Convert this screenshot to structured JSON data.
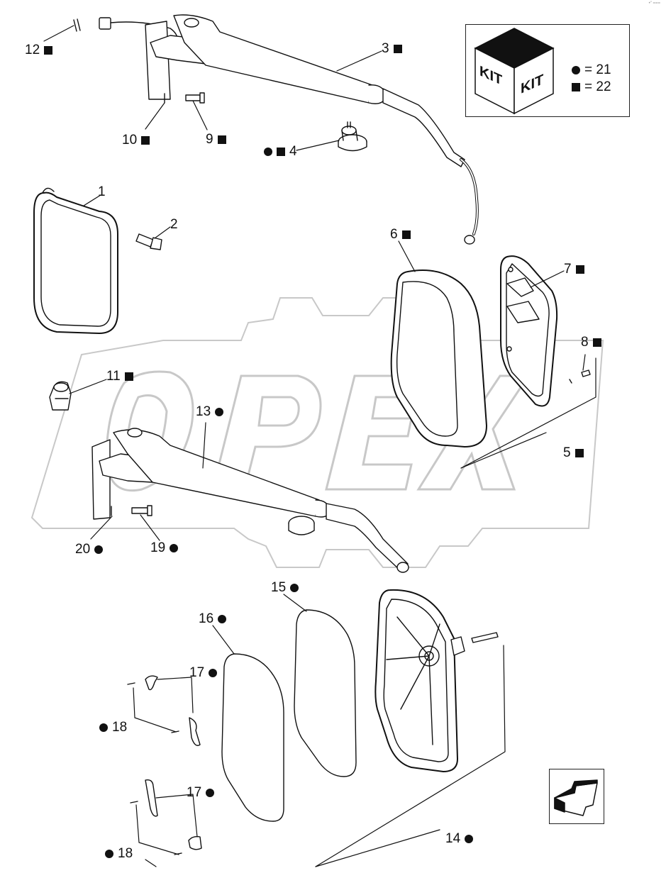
{
  "corner_code": "•\" ===",
  "watermark": {
    "text": "OPEX"
  },
  "kit_legend": {
    "kit_text_left": "KIT",
    "kit_text_right": "KIT",
    "circle_entry": "= 21",
    "square_entry": "= 22"
  },
  "callouts": [
    {
      "id": "12",
      "marker": "square"
    },
    {
      "id": "3",
      "marker": "square"
    },
    {
      "id": "10",
      "marker": "square"
    },
    {
      "id": "9",
      "marker": "square"
    },
    {
      "id": "4",
      "marker": "circle+square"
    },
    {
      "id": "1",
      "marker": "none"
    },
    {
      "id": "2",
      "marker": "none"
    },
    {
      "id": "6",
      "marker": "square"
    },
    {
      "id": "7",
      "marker": "square"
    },
    {
      "id": "8",
      "marker": "square"
    },
    {
      "id": "11",
      "marker": "square"
    },
    {
      "id": "13",
      "marker": "circle"
    },
    {
      "id": "5",
      "marker": "square"
    },
    {
      "id": "20",
      "marker": "circle"
    },
    {
      "id": "19",
      "marker": "circle"
    },
    {
      "id": "15",
      "marker": "circle"
    },
    {
      "id": "16",
      "marker": "circle"
    },
    {
      "id": "17",
      "marker": "circle"
    },
    {
      "id": "18",
      "marker": "circle"
    },
    {
      "id": "14",
      "marker": "circle"
    }
  ],
  "labels": {
    "c12": "12",
    "c3": "3",
    "c10": "10",
    "c9": "9",
    "c4": "4",
    "c1": "1",
    "c2": "2",
    "c6": "6",
    "c7": "7",
    "c8": "8",
    "c11": "11",
    "c13": "13",
    "c5": "5",
    "c20": "20",
    "c19": "19",
    "c15": "15",
    "c16": "16",
    "c17a": "17",
    "c17b": "17",
    "c18a": "18",
    "c18b": "18",
    "c14": "14"
  },
  "colors": {
    "line": "#111111",
    "watermark": "#bdbdbd",
    "fill": "#ffffff"
  }
}
